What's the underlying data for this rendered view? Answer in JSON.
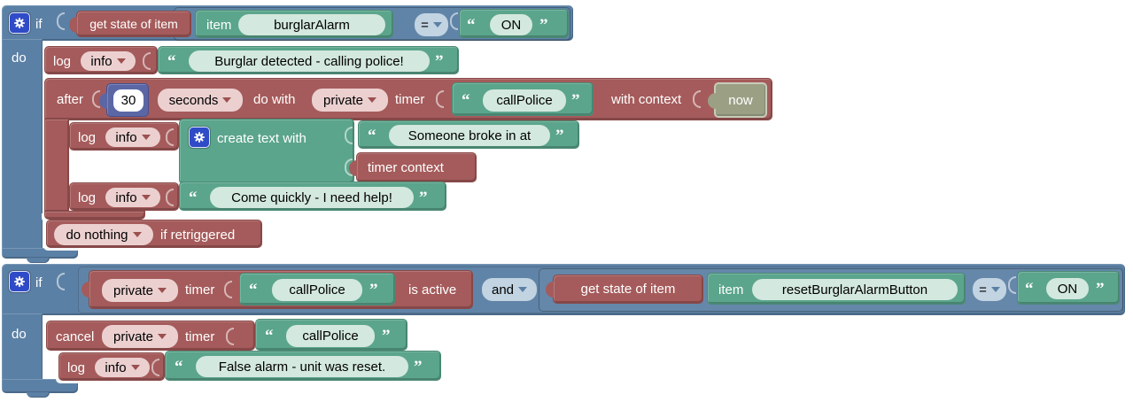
{
  "colors": {
    "logic_blue": "#5b80a5",
    "action_red": "#a55b5b",
    "text_green": "#5ba58c",
    "math_blue": "#5b67a5",
    "now_grey": "#9ba085",
    "field_pink": "#ecd0d0",
    "field_mint": "#d3e8de",
    "field_blue": "#c2d3e2",
    "gear_blue": "#2f4bc7"
  },
  "ui": {
    "quote_open": "“",
    "quote_close": "”",
    "if": "if",
    "do": "do",
    "log": "log",
    "info": "info",
    "item": "item",
    "get_state": "get state of item",
    "private": "private",
    "timer": "timer",
    "eq": "=",
    "and": "and",
    "on": "ON",
    "call_police": "callPolice"
  },
  "block1": {
    "item_name": "burglarAlarm",
    "log1_text": "Burglar detected - calling police!",
    "after": "after",
    "delay": "30",
    "unit": "seconds",
    "do_with": "do with",
    "with_context": "with context",
    "context_now": "now",
    "create_text_with": "create text with",
    "someone_text": "Someone broke in at",
    "timer_context": "timer context",
    "log3_text": "Come quickly - I need help!",
    "retrigger_policy": "do nothing",
    "retrigger_suffix": "if retriggered"
  },
  "block2": {
    "is_active": "is active",
    "item_name": "resetBurglarAlarmButton",
    "cancel": "cancel",
    "log_text": "False alarm - unit was reset."
  }
}
